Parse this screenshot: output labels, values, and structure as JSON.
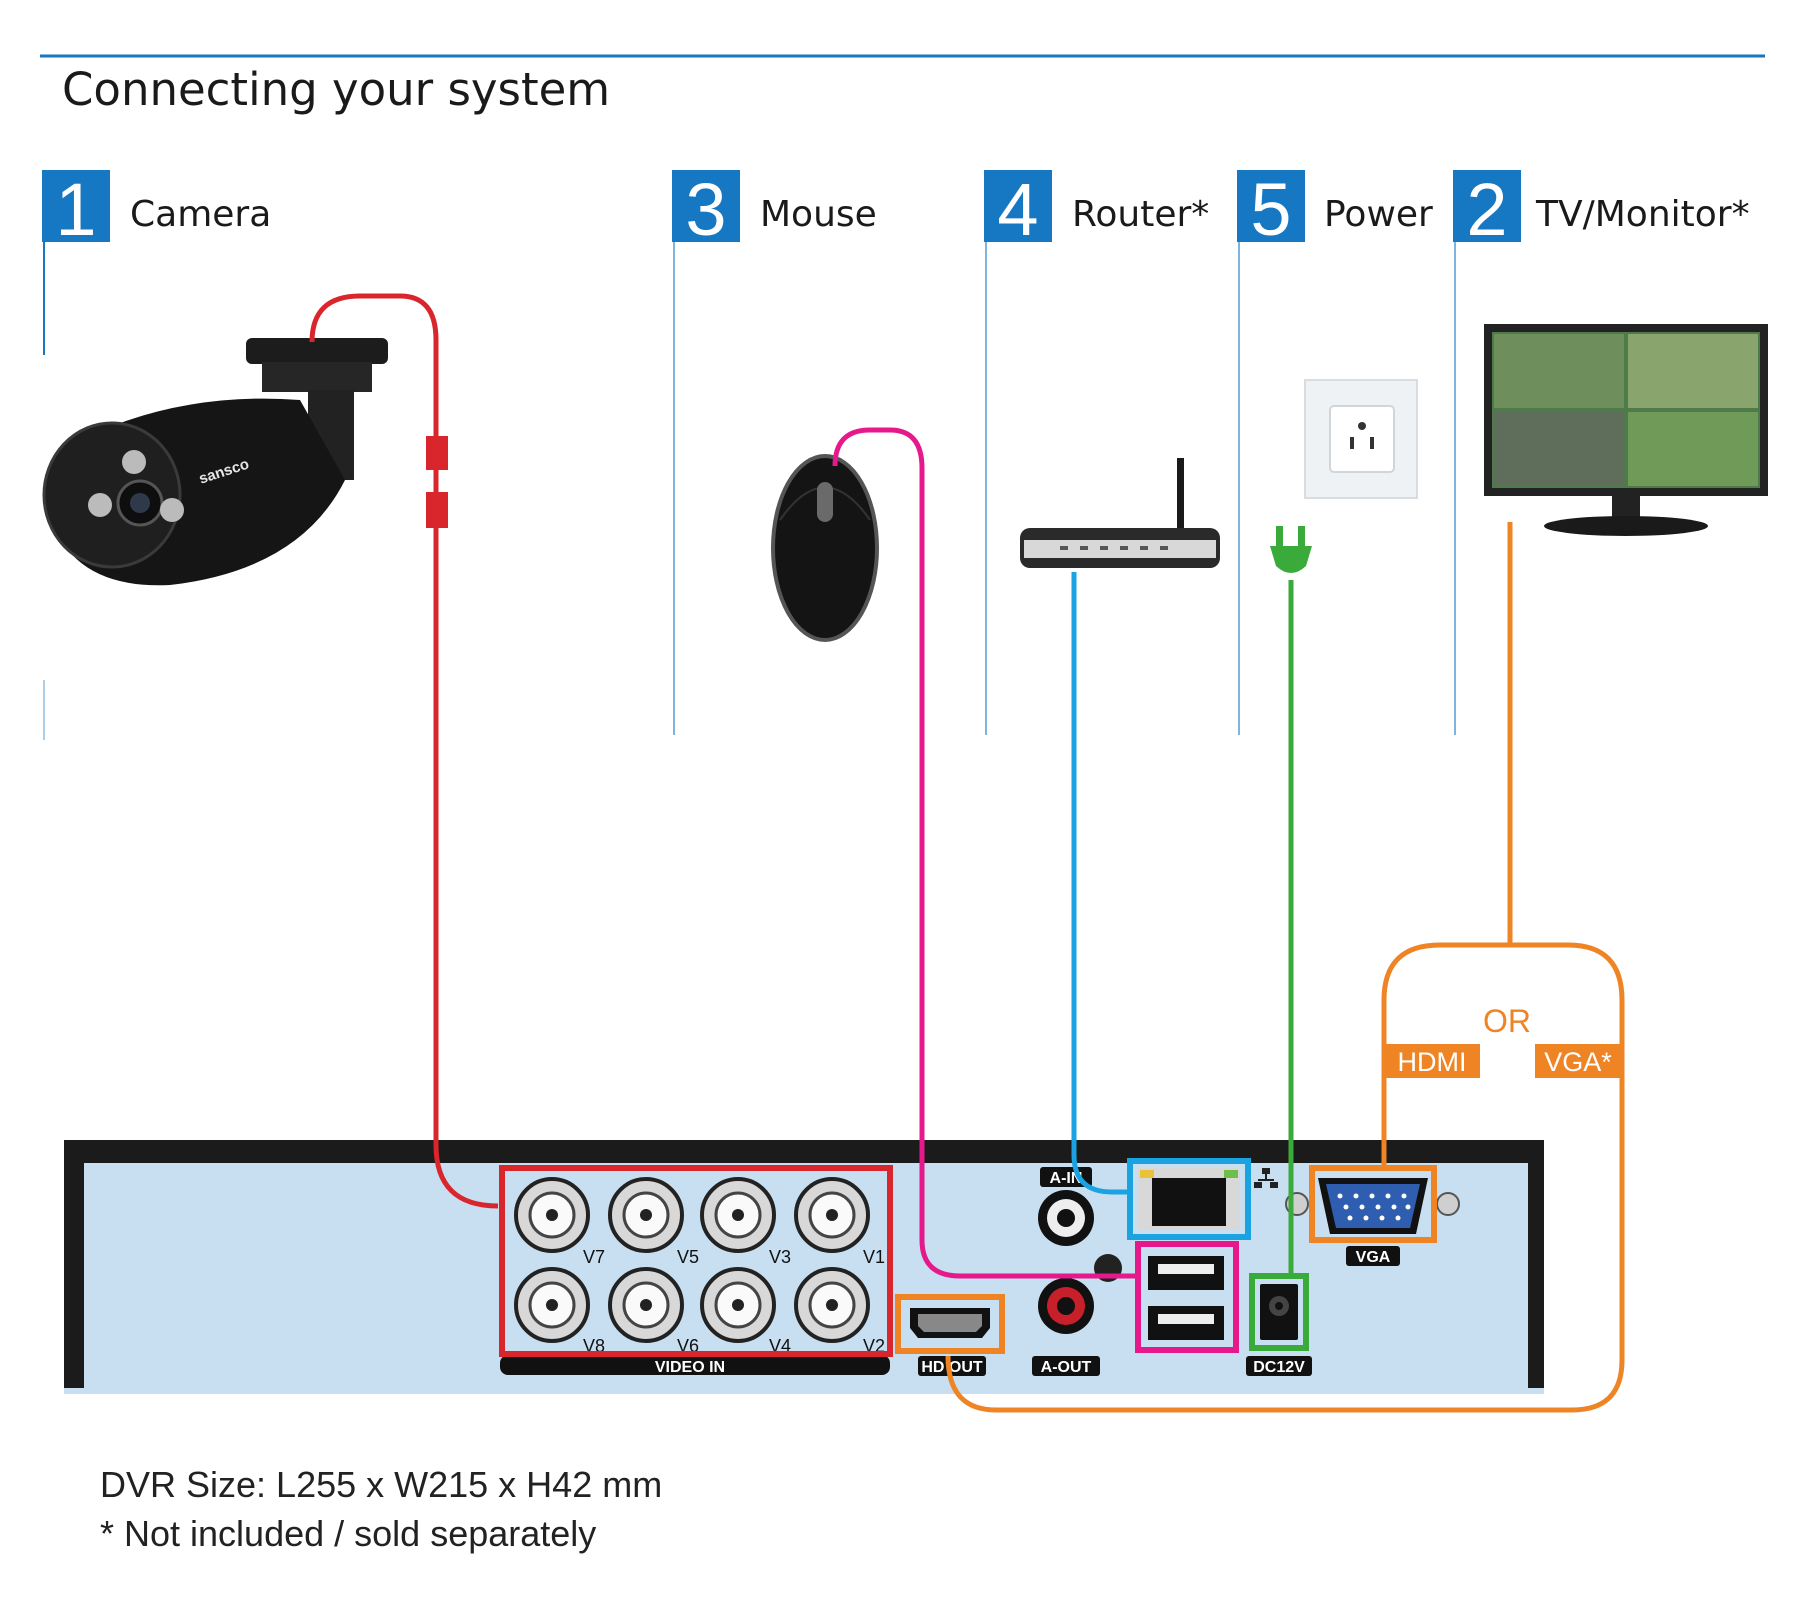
{
  "title": "Connecting your system",
  "steps": [
    {
      "number": "1",
      "label": "Camera"
    },
    {
      "number": "3",
      "label": "Mouse"
    },
    {
      "number": "4",
      "label": "Router*"
    },
    {
      "number": "5",
      "label": "Power"
    },
    {
      "number": "2",
      "label": "TV/Monitor*"
    }
  ],
  "camera_brand": "sansco",
  "dvr": {
    "video_in_label": "VIDEO IN",
    "bnc_labels_top": [
      "V7",
      "V5",
      "V3",
      "V1"
    ],
    "bnc_labels_bottom": [
      "V8",
      "V6",
      "V4",
      "V2"
    ],
    "ports": {
      "a_in": "A-IN",
      "a_out": "A-OUT",
      "hdmi_out": "HD OUT",
      "dc12v": "DC12V",
      "vga": "VGA"
    }
  },
  "display_options": {
    "or": "OR",
    "hdmi": "HDMI",
    "vga": "VGA*"
  },
  "footer": {
    "size": "DVR Size: L255 x W215 x H42 mm",
    "note": "* Not included / sold separately"
  },
  "colors": {
    "accent_blue": "#1678c2",
    "camera_cable": "#d8262c",
    "mouse_cable": "#e6198c",
    "router_cable": "#1aa3e0",
    "power_cable": "#3aab3a",
    "monitor_cable": "#ef8424",
    "dvr_panel": "#c7dff0"
  }
}
